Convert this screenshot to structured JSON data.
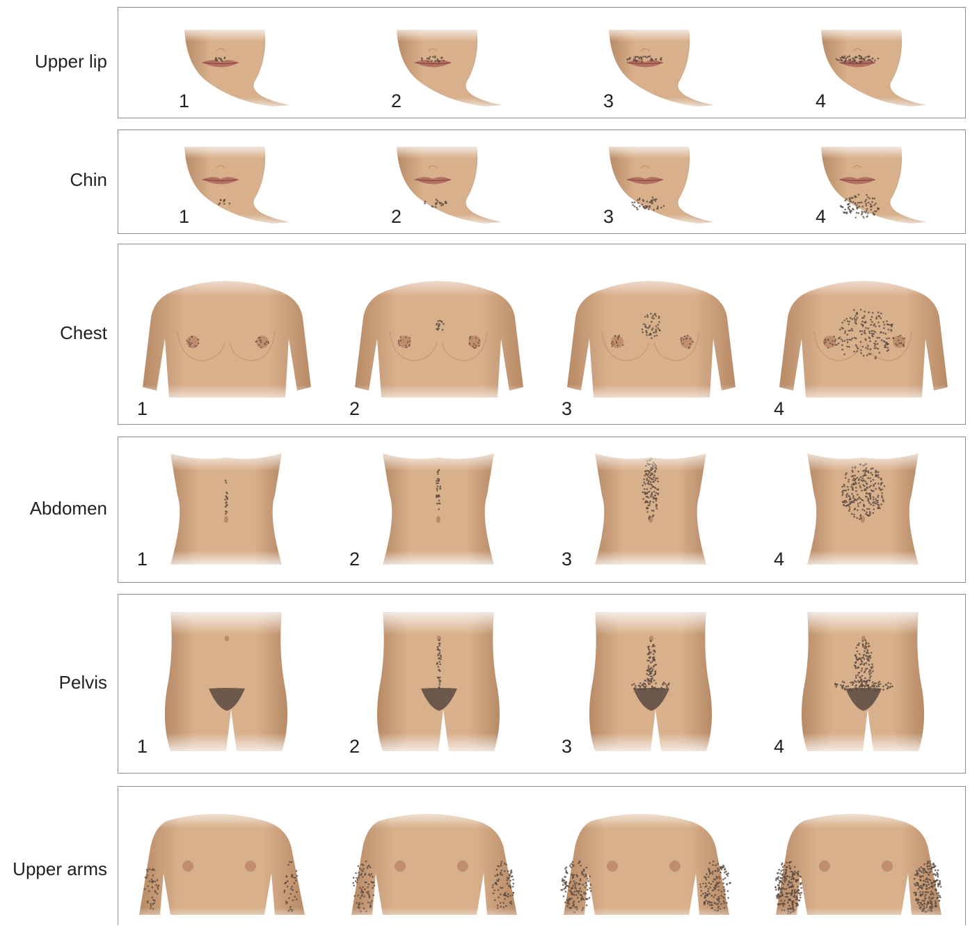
{
  "figure": {
    "rows": [
      {
        "id": "upper-lip",
        "label": "Upper lip",
        "kind": "face-lip",
        "levels": [
          "1",
          "2",
          "3",
          "4"
        ]
      },
      {
        "id": "chin",
        "label": "Chin",
        "kind": "face-chin",
        "levels": [
          "1",
          "2",
          "3",
          "4"
        ]
      },
      {
        "id": "chest",
        "label": "Chest",
        "kind": "chest",
        "levels": [
          "1",
          "2",
          "3",
          "4"
        ]
      },
      {
        "id": "abdomen",
        "label": "Abdomen",
        "kind": "abdomen",
        "levels": [
          "1",
          "2",
          "3",
          "4"
        ]
      },
      {
        "id": "pelvis",
        "label": "Pelvis",
        "kind": "pelvis",
        "levels": [
          "1",
          "2",
          "3",
          "4"
        ]
      },
      {
        "id": "upper-arms",
        "label": "Upper arms",
        "kind": "arms",
        "levels": []
      }
    ],
    "colors": {
      "skin": "#d8b08c",
      "skin_shadow": "#b88a66",
      "lip": "#b56f62",
      "hair": "#5a4a40",
      "areola": "#c08e6e",
      "border": "#8c8c8c"
    }
  }
}
